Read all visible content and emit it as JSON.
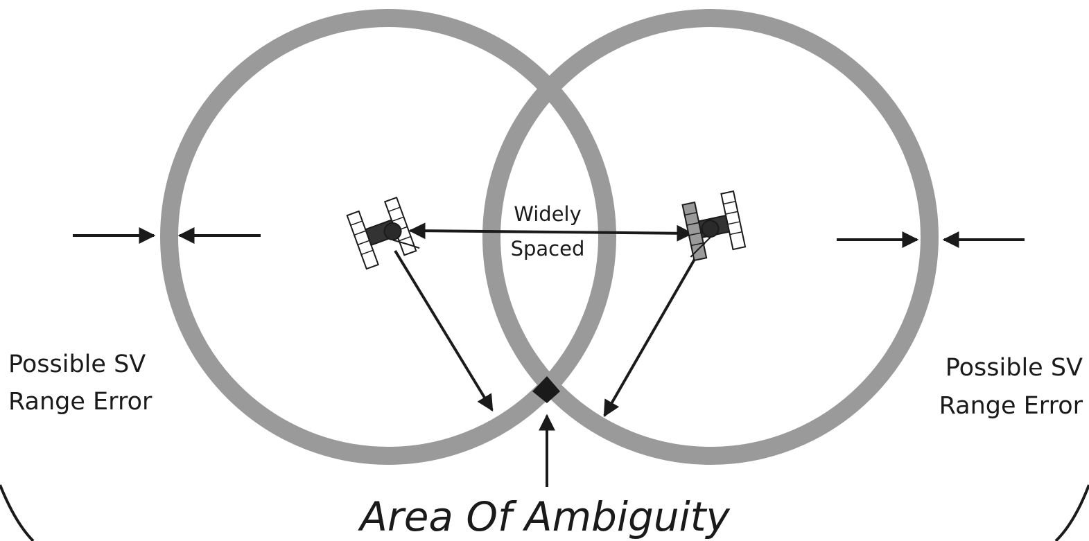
{
  "diagram": {
    "left_label": {
      "line1": "Possible SV",
      "line2": "Range Error"
    },
    "right_label": {
      "line1": "Possible SV",
      "line2": "Range Error"
    },
    "center_label": {
      "line1": "Widely",
      "line2": "Spaced"
    },
    "bottom_label": "Area Of Ambiguity"
  },
  "colors": {
    "ring": "#9a9a9a",
    "ink": "#1a1a1a",
    "background": "#ffffff"
  }
}
